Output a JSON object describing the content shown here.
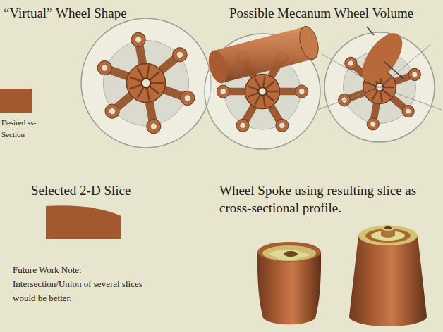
{
  "diagram": {
    "labels": [
      "“Virtual” Wheel Shape",
      "Possible Mecanum Wheel Volume",
      "Desired ss-Section",
      "Selected 2-D Slice",
      "Wheel Spoke using resulting slice as cross-sectional profile.",
      "Future Work Note: Intersection/Union of several slices would be better."
    ]
  }
}
